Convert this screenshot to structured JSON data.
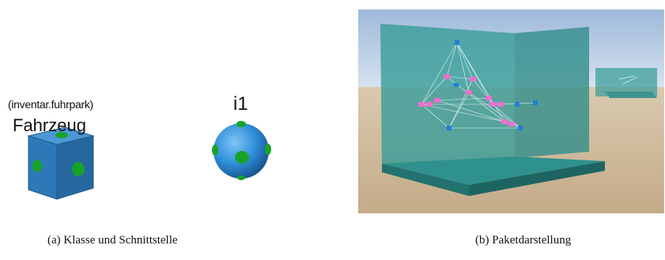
{
  "panel_a": {
    "package_label": "(inventar.fuhrpark)",
    "class_label": "Fahrzeug",
    "interface_label": "i1",
    "caption": "(a) Klasse und Schnittstelle"
  },
  "panel_b": {
    "caption": "(b) Paketdarstellung"
  },
  "colors": {
    "cube": "#2f78b8",
    "sphere": "#2f8fd8",
    "connector": "#1fa52a",
    "wall": "#3a9e9a",
    "floor": "#2e8f8b",
    "sky": "#a9c3e0",
    "ground": "#cdb89b",
    "node_pink": "#f06ed0",
    "node_blue": "#1f7fd6"
  }
}
